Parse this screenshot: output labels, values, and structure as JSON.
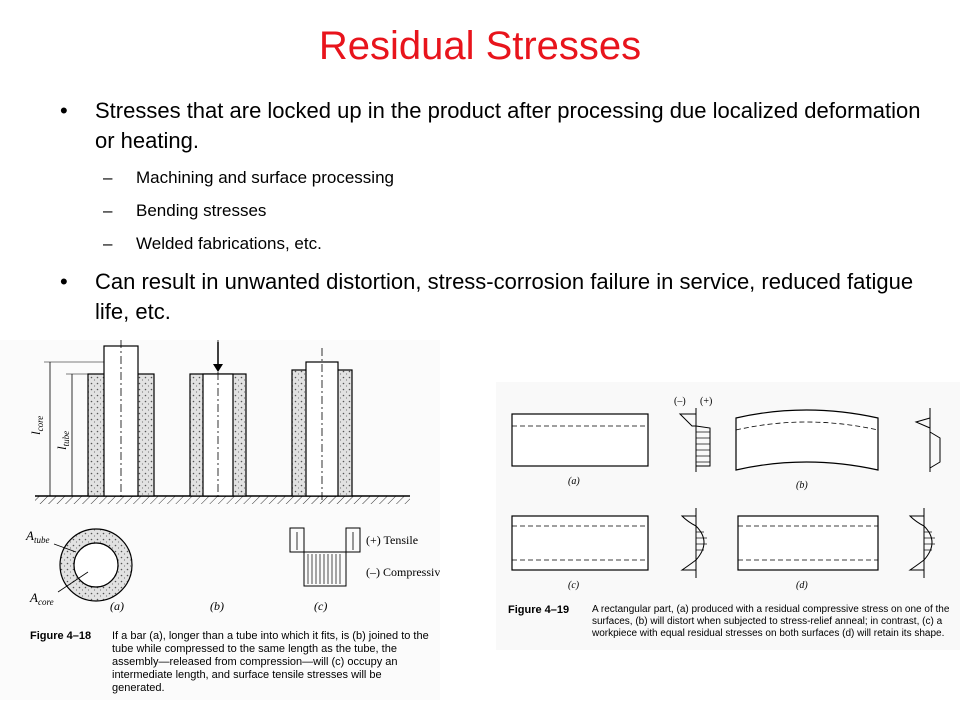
{
  "slide": {
    "title": "Residual Stresses",
    "title_color": "#e8141c",
    "bullets": [
      {
        "text": "Stresses that are locked up in the product after processing due localized deformation or heating.",
        "subitems": [
          "Machining and surface processing",
          "Bending stresses",
          "Welded fabrications, etc."
        ]
      },
      {
        "text": "Can result in unwanted distortion, stress-corrosion failure in service, reduced fatigue life, etc."
      }
    ],
    "bullet_glyph": "•",
    "dash_glyph": "–"
  },
  "figure_4_18": {
    "label": "Figure 4–18",
    "caption": "If a bar (a), longer than a tube into which it fits, is (b) joined to the tube while compressed to the same length as the tube, the assembly—released from compression—will (c) occupy an intermediate length, and surface tensile stresses will be generated.",
    "dim_core": "l",
    "dim_core_sub": "core",
    "dim_tube": "l",
    "dim_tube_sub": "tube",
    "area_tube": "A",
    "area_tube_sub": "tube",
    "area_core": "A",
    "area_core_sub": "core",
    "tensile_label": "(+) Tensile",
    "compressive_label": "(–) Compressive",
    "panel_a": "(a)",
    "panel_b": "(b)",
    "panel_c": "(c)"
  },
  "figure_4_19": {
    "label": "Figure 4–19",
    "caption": "A rectangular part, (a) produced with a residual compressive stress on one of the surfaces, (b) will distort when subjected to stress-relief anneal; in contrast, (c) a workpiece with equal residual stresses on both surfaces (d) will retain its shape.",
    "minus_label": "(–)",
    "plus_label": "(+)",
    "panel_a": "(a)",
    "panel_b": "(b)",
    "panel_c": "(c)",
    "panel_d": "(d)"
  }
}
